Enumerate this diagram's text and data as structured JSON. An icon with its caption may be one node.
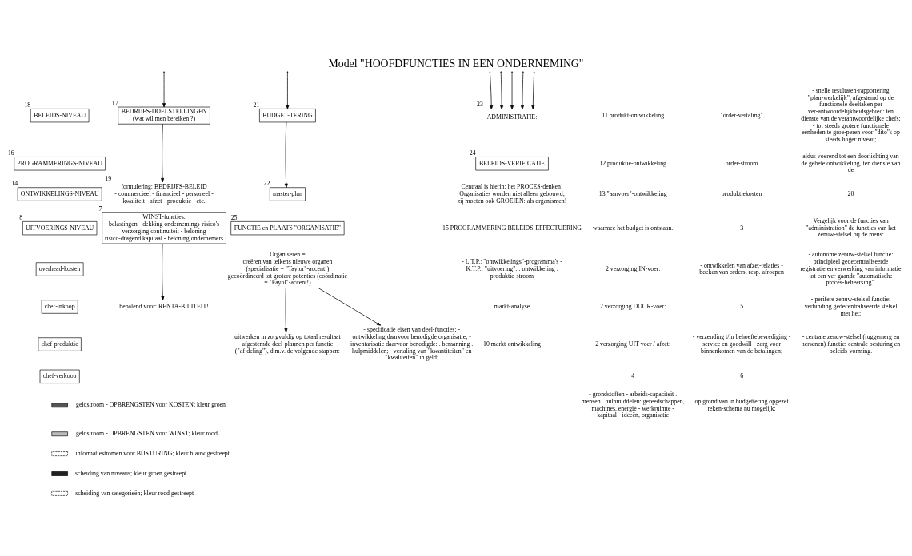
{
  "diagram": {
    "title": "Model \"HOOFDFUNCTIES IN EEN ONDERNEMING\"",
    "nodes": [
      {
        "text": [
          "BELEIDS-NIVEAU"
        ],
        "beside": [
          "18"
        ]
      },
      {
        "text": [
          "PROGRAMMERINGS-NIVEAU"
        ],
        "beside": [
          "16"
        ]
      },
      {
        "text": [
          "ONTWIKKELINGS-NIVEAU"
        ],
        "beside": [
          "14"
        ]
      },
      {
        "text": [
          "UITVOERINGS-NIVEAU"
        ],
        "beside": [
          "8"
        ]
      },
      {
        "text": [
          "BEDRIJFS-DOELSTELLINGEN",
          "(wat wil men bereiken ?)"
        ],
        "beside": [
          "17"
        ]
      },
      {
        "text": [
          "formulering: BEDRIJFS-BELEID",
          "- commercieel - financieel - personeel - kwaliteit - afzet - produktie - etc."
        ],
        "beside": [
          "19"
        ]
      },
      {
        "text": [
          "WINST-functies:",
          "- belastingen - dekking ondernemings-risico's - verzorging continuiteit - beloning risico-dragend kapitaal - beloning ondernemers"
        ],
        "beside": [
          "7"
        ]
      },
      {
        "text": [
          "bepalend voor: RENTA-BILITEIT!"
        ]
      },
      {
        "text": [
          "overhead-kosten"
        ]
      },
      {
        "text": [
          "BUDGET-TERING"
        ],
        "beside": [
          "21"
        ]
      },
      {
        "text": [
          "chef-inkoop"
        ]
      },
      {
        "text": [
          "chef-produktie"
        ]
      },
      {
        "text": [
          "chef-verkoop"
        ]
      },
      {
        "text": [
          "master-plan"
        ],
        "beside": [
          "22"
        ]
      },
      {
        "text": [
          "FUNCTIE en PLAATS \"ORGANISATIE\""
        ],
        "beside": [
          "25"
        ]
      },
      {
        "text": [
          "Organiseren =",
          "creëren van telkens nieuwe organen (specialisatie = \"Taylor\"-accent!)",
          "gecoördineerd tot grotere potenties (coördinatie = \"Fayol\"-accent!)"
        ]
      },
      {
        "text": [
          "uitwerken in zorgvuldig op totaal resultaat afgestemde deel-plannen per functie (\"af-deling\"), d.m.v. de volgende stappen:"
        ]
      },
      {
        "text": [
          "- specificatie eisen van deel-functies; - ontwikkeling daarvoor benodigde organisatie; - inventarisatie daarvoor benodigde: . bemanning . hulpmiddelen; - vertaling van \"kwantiteiten\" en \"kwaliteiten\" in geld;"
        ]
      },
      {
        "text": [
          "ADMINISTRATIE:"
        ],
        "beside": [
          "23"
        ]
      },
      {
        "text": [
          "BELEIDS-VERIFICATIE"
        ],
        "beside": [
          "24"
        ]
      }
    ],
    "edges": [
      {
        "from": null,
        "to": 4,
        "arrow": "to"
      },
      {
        "from": 4,
        "to": 5,
        "arrow": "to"
      },
      {
        "from": 6,
        "to": 7,
        "arrow": "to"
      },
      {
        "from": null,
        "to": 9,
        "arrow": "to"
      },
      {
        "from": 9,
        "to": 13,
        "arrow": "to"
      },
      {
        "from": 15,
        "to": 16,
        "arrow": "to"
      },
      {
        "from": 15,
        "to": 17,
        "arrow": "to"
      },
      {
        "from": null,
        "to": 18,
        "arrow": "to"
      },
      {
        "from": null,
        "to": 18,
        "arrow": "to"
      },
      {
        "from": null,
        "to": 18,
        "arrow": "to"
      },
      {
        "from": null,
        "to": 18,
        "arrow": "to"
      },
      {
        "from": null,
        "to": 18,
        "arrow": "to"
      }
    ],
    "labels": [
      "Centraal is hierin: het PROCES-denken! Organisaties worden niet alleen gebouwd; zij moeten ook GROEIEN: als organismen!",
      "15 PROGRAMMERING BELEIDS-EFFECTUERING",
      "- L.T.P.: \"ontwikkelings\"-programma's - K.T.P.: \"uitvoering\": . ontwikkeling . produktie-stroom",
      "markt-analyse",
      "10 markt-ontwikkeling",
      "11 produkt-ontwikkeling",
      "12 produktie-ontwikkeling",
      "13 \"aanvoer\"-ontwikkeling",
      "waarmee het budget is ontstaan.",
      "2 verzorging IN-voer:",
      "2 verzorging DOOR-voer:",
      "2 verzorging UIT-voer / afzet:",
      "4",
      "- grondstoffen - arbeids-capaciteit . mensen . hulpmiddelen: gereedschappen, machines, energie - werkruimte - kapitaal - ideeën, organisatie",
      "\"order-vertaling\"",
      "order-stroom",
      "produktiekosten",
      "3",
      "- ontwikkelen van afzet-relaties - boeken van orders, resp. afroepen",
      "5",
      "- verzending t/m behoeftebevrediging - service en goodwill - zorg voor binnenkomen van de betalingen;",
      "6",
      "op grond van in budgettering opgezet reken-schema nu mogelijk:",
      "- snelle resultaten-rapportering \"plan-werkelijk\", afgestemd op de functionele deeltaken per ver-antwoordelijkheidsgebied: ten dienste van de verantwoordelijke chefs; - tot steeds grotere functionele eenheden te groe-peren voor \"dito\"s op steeds hoger niveau;",
      "aldus voerend tot een doorlichting van de gehele ontwikkeling, ten dienste van de",
      "20",
      "Vergelijk voor de functies van \"administration\" de functies van het zenuw-stelsel bij de mens:",
      "- autonome zenuw-stelsel functie: principieel gedecentraliseerde registratie en verwerking van informatie tot een ver-gaande \"automatische proces-beheersing\".",
      "- perifere zenuw-stelsel functie: verbinding gedecentraliseerde stelsel met het;",
      "- centrale zenuw-stelsel (ruggemerg en hersenen) functie: centrale besturing en beleids-vorming."
    ],
    "legend": [
      {
        "text": "geldstroom - OPBRENGSTEN voor KOSTEN; kleur groen"
      },
      {
        "text": "geldstroom - OPBRENGSTEN voor WINST; kleur rood"
      },
      {
        "text": "informatiestromen voor BIJSTURING; kleur blauw gestreept"
      },
      {
        "text": "scheiding van niveaus; kleur groen gestreept"
      },
      {
        "text": "scheiding van categorieën; kleur rood gestreept"
      }
    ]
  }
}
